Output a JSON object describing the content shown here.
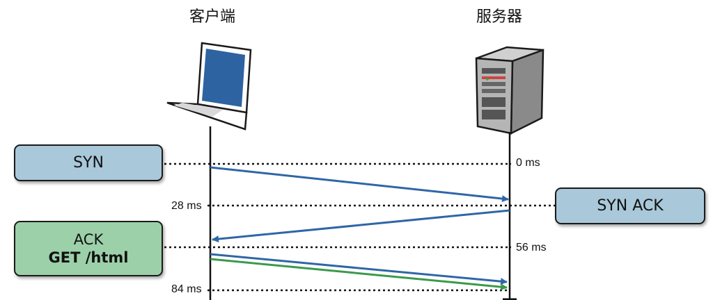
{
  "titles": {
    "client": "客户端",
    "server": "服务器"
  },
  "messages": {
    "syn": "SYN",
    "syn_ack": "SYN ACK",
    "ack_line1": "ACK",
    "ack_line2": "GET /html"
  },
  "timeline": {
    "t0": "0 ms",
    "t28": "28 ms",
    "t56": "56 ms",
    "t84": "84 ms"
  },
  "colors": {
    "blue_arrow": "#2f66a6",
    "green_arrow": "#3a9a4a",
    "box_blue": "#a9c8da",
    "box_green": "#9cd0a9"
  },
  "icons": {
    "client": "laptop-icon",
    "server": "server-tower-icon"
  }
}
